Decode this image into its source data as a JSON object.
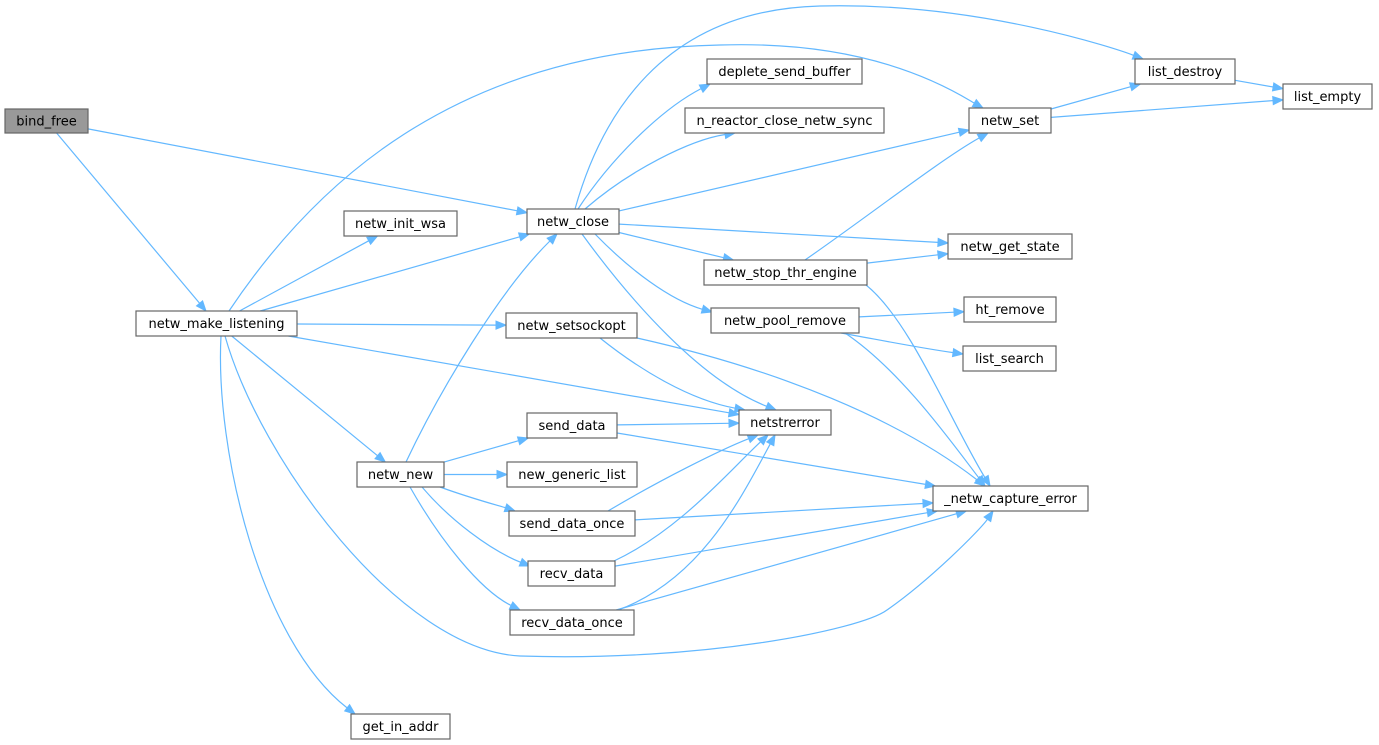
{
  "graph": {
    "edge_color": "#63b8ff",
    "root_fill": "#999999",
    "nodes": [
      {
        "id": "bind_free",
        "label": "bind_free",
        "root": true
      },
      {
        "id": "netw_make_listening",
        "label": "netw_make_listening"
      },
      {
        "id": "netw_close",
        "label": "netw_close"
      },
      {
        "id": "netw_init_wsa",
        "label": "netw_init_wsa"
      },
      {
        "id": "netw_new",
        "label": "netw_new"
      },
      {
        "id": "get_in_addr",
        "label": "get_in_addr"
      },
      {
        "id": "netw_setsockopt",
        "label": "netw_setsockopt"
      },
      {
        "id": "send_data",
        "label": "send_data"
      },
      {
        "id": "new_generic_list",
        "label": "new_generic_list"
      },
      {
        "id": "send_data_once",
        "label": "send_data_once"
      },
      {
        "id": "recv_data",
        "label": "recv_data"
      },
      {
        "id": "recv_data_once",
        "label": "recv_data_once"
      },
      {
        "id": "deplete_send_buffer",
        "label": "deplete_send_buffer"
      },
      {
        "id": "n_reactor_close_netw_sync",
        "label": "n_reactor_close_netw_sync"
      },
      {
        "id": "netw_stop_thr_engine",
        "label": "netw_stop_thr_engine"
      },
      {
        "id": "netw_pool_remove",
        "label": "netw_pool_remove"
      },
      {
        "id": "netstrerror",
        "label": "netstrerror"
      },
      {
        "id": "list_destroy",
        "label": "list_destroy"
      },
      {
        "id": "netw_set",
        "label": "netw_set"
      },
      {
        "id": "netw_get_state",
        "label": "netw_get_state"
      },
      {
        "id": "ht_remove",
        "label": "ht_remove"
      },
      {
        "id": "list_search",
        "label": "list_search"
      },
      {
        "id": "_netw_capture_error",
        "label": "_netw_capture_error"
      },
      {
        "id": "list_empty",
        "label": "list_empty"
      }
    ],
    "edges": [
      [
        "bind_free",
        "netw_close"
      ],
      [
        "bind_free",
        "netw_make_listening"
      ],
      [
        "netw_make_listening",
        "netw_set"
      ],
      [
        "netw_make_listening",
        "netw_init_wsa"
      ],
      [
        "netw_make_listening",
        "netw_close"
      ],
      [
        "netw_make_listening",
        "netw_setsockopt"
      ],
      [
        "netw_make_listening",
        "netstrerror"
      ],
      [
        "netw_make_listening",
        "netw_new"
      ],
      [
        "netw_make_listening",
        "_netw_capture_error"
      ],
      [
        "netw_make_listening",
        "get_in_addr"
      ],
      [
        "netw_close",
        "list_destroy"
      ],
      [
        "netw_close",
        "deplete_send_buffer"
      ],
      [
        "netw_close",
        "n_reactor_close_netw_sync"
      ],
      [
        "netw_close",
        "netw_set"
      ],
      [
        "netw_close",
        "netw_get_state"
      ],
      [
        "netw_close",
        "netw_stop_thr_engine"
      ],
      [
        "netw_close",
        "netw_pool_remove"
      ],
      [
        "netw_close",
        "netstrerror"
      ],
      [
        "netw_new",
        "netw_close"
      ],
      [
        "netw_new",
        "send_data"
      ],
      [
        "netw_new",
        "new_generic_list"
      ],
      [
        "netw_new",
        "send_data_once"
      ],
      [
        "netw_new",
        "recv_data"
      ],
      [
        "netw_new",
        "recv_data_once"
      ],
      [
        "netw_setsockopt",
        "netstrerror"
      ],
      [
        "netw_setsockopt",
        "_netw_capture_error"
      ],
      [
        "send_data",
        "netstrerror"
      ],
      [
        "send_data",
        "_netw_capture_error"
      ],
      [
        "send_data_once",
        "netstrerror"
      ],
      [
        "send_data_once",
        "_netw_capture_error"
      ],
      [
        "recv_data",
        "netstrerror"
      ],
      [
        "recv_data",
        "_netw_capture_error"
      ],
      [
        "recv_data_once",
        "netstrerror"
      ],
      [
        "recv_data_once",
        "_netw_capture_error"
      ],
      [
        "netw_stop_thr_engine",
        "netw_set"
      ],
      [
        "netw_stop_thr_engine",
        "netw_get_state"
      ],
      [
        "netw_stop_thr_engine",
        "_netw_capture_error"
      ],
      [
        "netw_pool_remove",
        "ht_remove"
      ],
      [
        "netw_pool_remove",
        "list_search"
      ],
      [
        "netw_pool_remove",
        "_netw_capture_error"
      ],
      [
        "netw_set",
        "list_destroy"
      ],
      [
        "netw_set",
        "list_empty"
      ],
      [
        "list_destroy",
        "list_empty"
      ]
    ]
  }
}
